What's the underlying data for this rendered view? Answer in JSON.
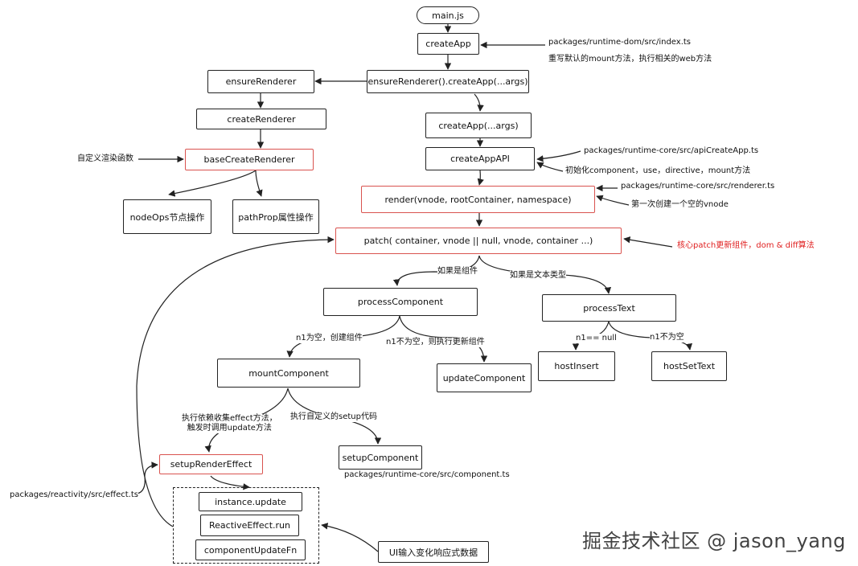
{
  "nodes": {
    "main_js": "main.js",
    "create_app": "createApp",
    "ensure_renderer_create_app": "ensureRenderer().createApp(...args)",
    "ensure_renderer": "ensureRenderer",
    "create_renderer": "createRenderer",
    "base_create_renderer": "baseCreateRenderer",
    "node_ops": "nodeOps节点操作",
    "path_prop": "pathProp属性操作",
    "create_app_args": "createApp(...args)",
    "create_app_api": "createAppAPI",
    "render": "render(vnode, rootContainer, namespace)",
    "patch": "patch( container, vnode || null,   vnode,  container ...)",
    "process_component": "processComponent",
    "process_text": "processText",
    "mount_component": "mountComponent",
    "update_component": "updateComponent",
    "host_insert": "hostInsert",
    "host_set_text": "hostSetText",
    "setup_render_effect": "setupRenderEffect",
    "setup_component": "setupComponent",
    "instance_update": "instance.update",
    "reactive_effect_run": "ReactiveEffect.run",
    "component_update_fn": "componentUpdateFn",
    "ui_input": "UI输入变化响应式数据"
  },
  "notes": {
    "runtime_dom_index": "packages/runtime-dom/src/index.ts",
    "rewrite_mount": "重写默认的mount方法，执行相关的web方法",
    "custom_render_fn": "自定义渲染函数",
    "api_create_app_path": "packages/runtime-core/src/apiCreateApp.ts",
    "init_component": "初始化component，use，directive，mount方法",
    "renderer_path": "packages/runtime-core/src/renderer.ts",
    "first_empty_vnode": "第一次创建一个空的vnode",
    "core_patch": "核心patch更新组件，dom & diff算法",
    "if_component": "如果是组件",
    "if_text": "如果是文本类型",
    "n1_null_create": "n1为空，创建组件",
    "n1_not_null_update": "n1不为空，则执行更新组件",
    "n1_eq_null": "n1== null",
    "n1_not_null": "n1不为空",
    "collect_effect_line1": "执行依赖收集effect方法，",
    "collect_effect_line2": "触发时调用update方法",
    "exec_setup": "执行自定义的setup代码",
    "component_path": "packages/runtime-core/src/component.ts",
    "effect_path": "packages/reactivity/src/effect.ts"
  },
  "watermark": "掘金技术社区 @ jason_yang",
  "colors": {
    "highlight_border": "#d9534f",
    "highlight_text": "#e02020",
    "line": "#222222"
  }
}
